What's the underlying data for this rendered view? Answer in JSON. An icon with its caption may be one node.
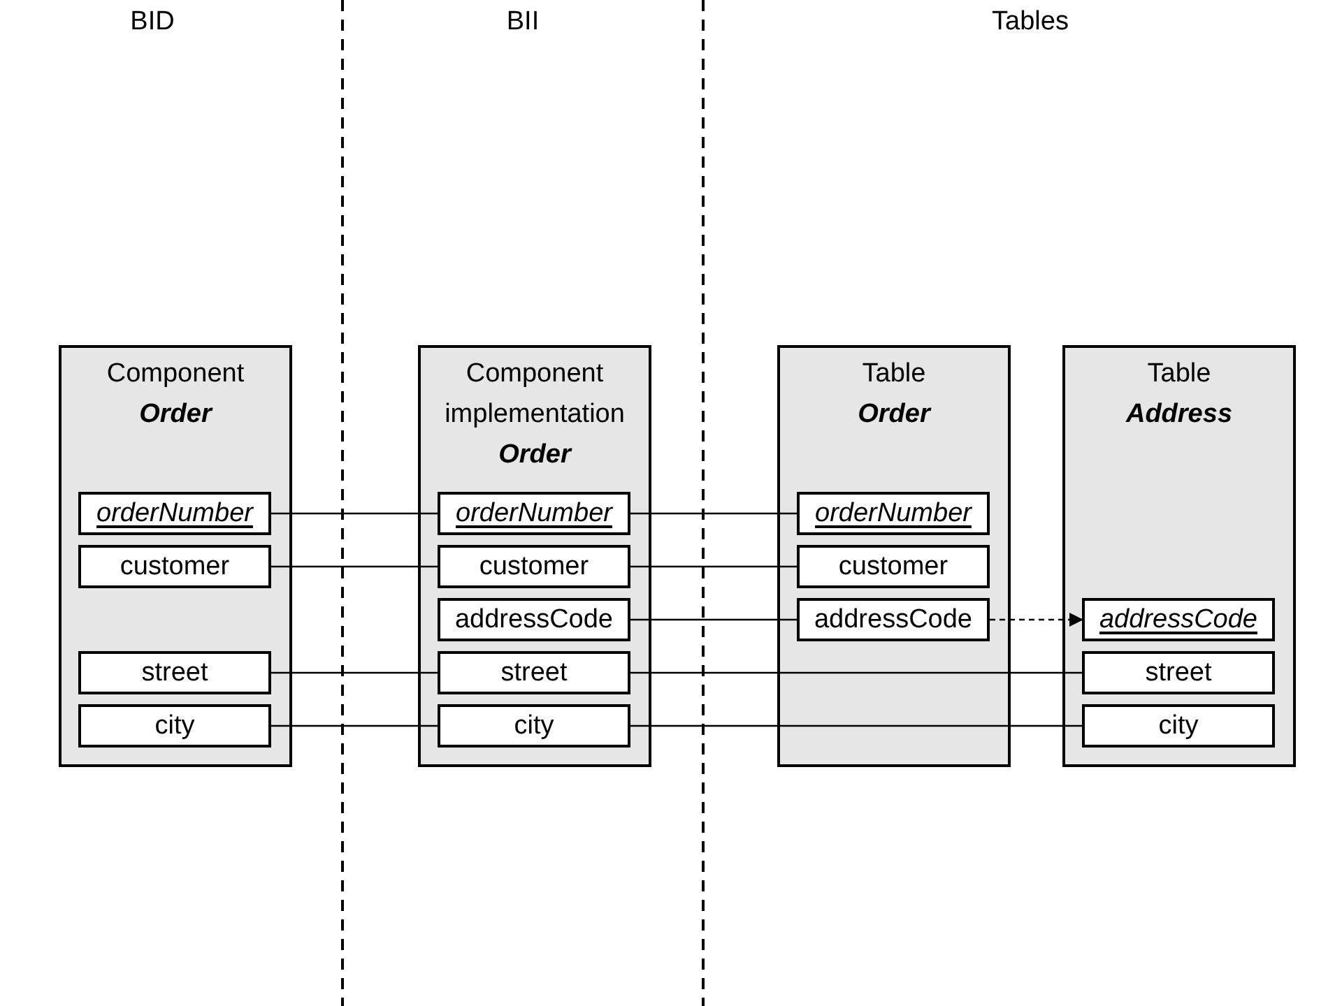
{
  "diagram": {
    "nodes": [
      {
        "text": [
          "Component",
          "Order"
        ]
      },
      {
        "text": [
          "orderNumber"
        ],
        "in": 0
      },
      {
        "text": [
          "customer"
        ],
        "in": 0
      },
      {
        "text": [
          "street"
        ],
        "in": 0
      },
      {
        "text": [
          "city"
        ],
        "in": 0
      },
      {
        "text": [
          "Component implementation",
          "Order"
        ]
      },
      {
        "text": [
          "orderNumber"
        ],
        "in": 5
      },
      {
        "text": [
          "customer"
        ],
        "in": 5
      },
      {
        "text": [
          "addressCode"
        ],
        "in": 5
      },
      {
        "text": [
          "street"
        ],
        "in": 5
      },
      {
        "text": [
          "city"
        ],
        "in": 5
      },
      {
        "text": [
          "Table",
          "Order"
        ]
      },
      {
        "text": [
          "orderNumber"
        ],
        "in": 11
      },
      {
        "text": [
          "customer"
        ],
        "in": 11
      },
      {
        "text": [
          "addressCode"
        ],
        "in": 11
      },
      {
        "text": [
          "Table",
          "Address"
        ]
      },
      {
        "text": [
          "addressCode"
        ],
        "in": 15
      },
      {
        "text": [
          "street"
        ],
        "in": 15
      },
      {
        "text": [
          "city"
        ],
        "in": 15
      }
    ],
    "edges": [
      {
        "from": 1,
        "to": 6,
        "arrow": "none"
      },
      {
        "from": 6,
        "to": 12,
        "arrow": "none"
      },
      {
        "from": 2,
        "to": 7,
        "arrow": "none"
      },
      {
        "from": 7,
        "to": 13,
        "arrow": "none"
      },
      {
        "from": 8,
        "to": 14,
        "arrow": "none"
      },
      {
        "from": 14,
        "to": 16,
        "arrow": "to",
        "style": "dashed"
      },
      {
        "from": 3,
        "to": 9,
        "arrow": "none"
      },
      {
        "from": 9,
        "to": 17,
        "arrow": "none"
      },
      {
        "from": 4,
        "to": 10,
        "arrow": "none"
      },
      {
        "from": 10,
        "to": 18,
        "arrow": "none"
      }
    ],
    "labels": [
      "BID",
      "BII",
      "Tables"
    ]
  }
}
